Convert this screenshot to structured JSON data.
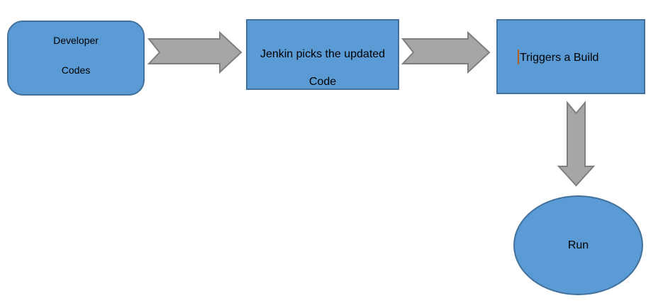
{
  "diagram": {
    "type": "flowchart",
    "description": "CI pipeline flow: developer codes, Jenkins picks updated code, triggers a build, run",
    "nodes": [
      {
        "id": "developer-codes",
        "shape": "rounded-rectangle",
        "lines": [
          "Developer",
          "Codes"
        ]
      },
      {
        "id": "jenkin-picks-code",
        "shape": "rectangle",
        "lines": [
          "Jenkin picks the updated",
          "Code"
        ]
      },
      {
        "id": "triggers-build",
        "shape": "rectangle",
        "lines": [
          "Triggers a Build"
        ],
        "has_text_cursor": true
      },
      {
        "id": "run",
        "shape": "ellipse",
        "lines": [
          "Run"
        ]
      }
    ],
    "connectors": [
      {
        "from": "developer-codes",
        "to": "jenkin-picks-code",
        "type": "block-arrow",
        "direction": "right"
      },
      {
        "from": "jenkin-picks-code",
        "to": "triggers-build",
        "type": "block-arrow",
        "direction": "right"
      },
      {
        "from": "triggers-build",
        "to": "run",
        "type": "block-arrow",
        "direction": "down"
      }
    ],
    "colors": {
      "node_fill": "#5b9bd5",
      "node_border": "#41719c",
      "arrow_fill": "#a6a6a6",
      "arrow_border": "#7f7f7f",
      "text": "#000000",
      "cursor": "#b55c1e",
      "background": "#ffffff"
    }
  }
}
